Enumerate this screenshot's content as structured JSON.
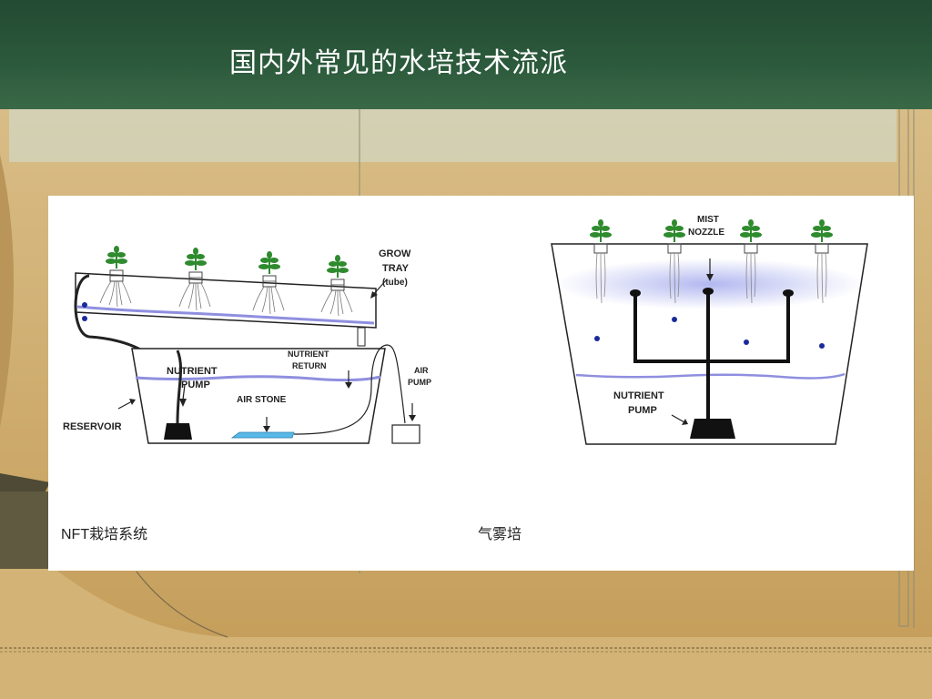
{
  "slide": {
    "title": "国内外常见的水培技术流派"
  },
  "nft_diagram": {
    "caption": "NFT栽培系统",
    "labels": {
      "grow_tray_line1": "GROW",
      "grow_tray_line2": "TRAY",
      "grow_tray_line3": "(tube)",
      "nutrient_pump_line1": "NUTRIENT",
      "nutrient_pump_line2": "PUMP",
      "nutrient_return_line1": "NUTRIENT",
      "nutrient_return_line2": "RETURN",
      "air_pump_line1": "AIR",
      "air_pump_line2": "PUMP",
      "air_stone": "AIR STONE",
      "reservoir": "RESERVOIR"
    }
  },
  "aero_diagram": {
    "caption": "气雾培",
    "labels": {
      "mist_nozzle_line1": "MIST",
      "mist_nozzle_line2": "NOZZLE",
      "nutrient_pump_line1": "NUTRIENT",
      "nutrient_pump_line2": "PUMP"
    }
  },
  "colors": {
    "header_green": "#2c5a3c",
    "background_tan": "#c9a464",
    "water_blue": "#8f8fe0",
    "mist_blue": "#aab0ee",
    "air_stone_blue": "#58b8e8",
    "plant_green": "#2e8b2e",
    "drop_blue": "#1a2a9a"
  }
}
